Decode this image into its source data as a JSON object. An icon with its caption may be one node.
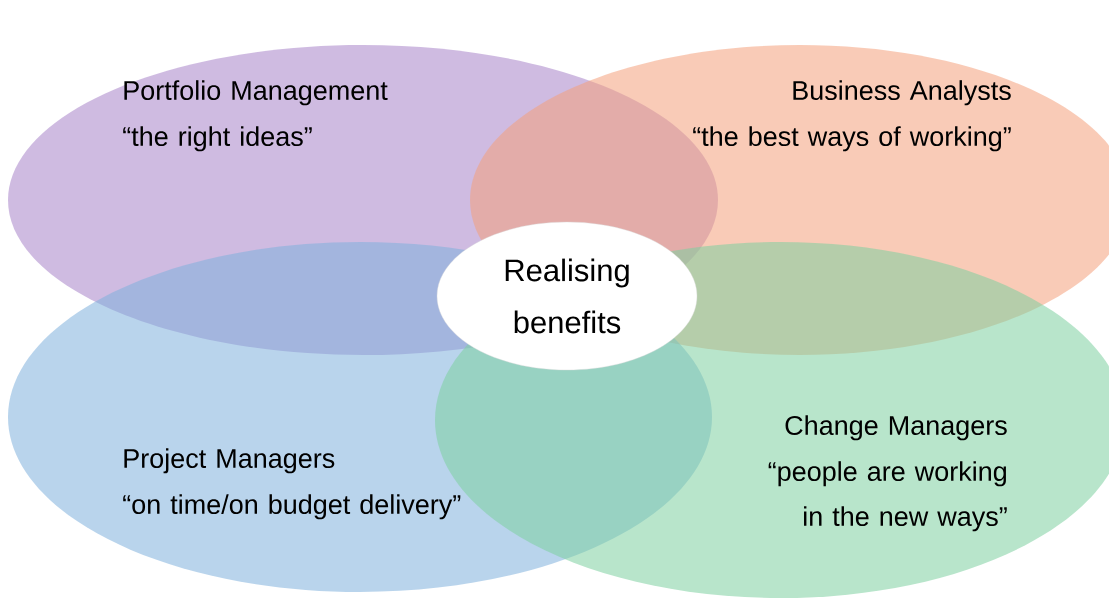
{
  "diagram": {
    "nodes": [
      {
        "text": [
          "Portfolio Management",
          "“the right ideas”"
        ]
      },
      {
        "text": [
          "Business Analysts",
          "“the best ways of working”"
        ]
      },
      {
        "text": [
          "Project Managers",
          "“on time/on budget delivery”"
        ]
      },
      {
        "text": [
          "Change Managers",
          "“people are working in the new ways”"
        ]
      },
      {
        "text": [
          "Realising benefits"
        ]
      }
    ]
  }
}
